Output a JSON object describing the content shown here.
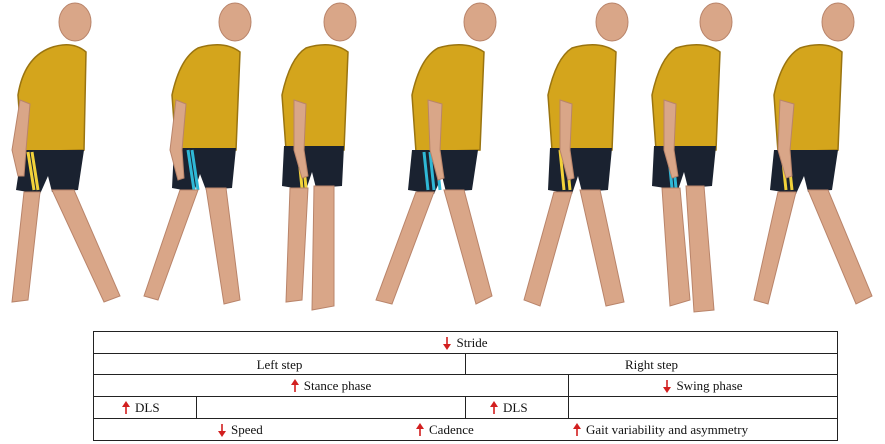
{
  "colors": {
    "shirt": "#d4a51c",
    "shirt_dark": "#9a7410",
    "shorts": "#1a2230",
    "stripe_yellow": "#f2d23a",
    "stripe_cyan": "#2fb8d6",
    "skin": "#d9a688",
    "skin_dark": "#b9846a",
    "arrow": "#d21f1f"
  },
  "figures": [
    {
      "id": 1,
      "pose": "left-heel-strike"
    },
    {
      "id": 2,
      "pose": "loading"
    },
    {
      "id": 3,
      "pose": "mid-stance"
    },
    {
      "id": 4,
      "pose": "terminal-stance"
    },
    {
      "id": 5,
      "pose": "right-heel-strike"
    },
    {
      "id": 6,
      "pose": "right-mid-stance"
    },
    {
      "id": 7,
      "pose": "left-heel-strike-2"
    }
  ],
  "table": {
    "row1": {
      "stride": {
        "label": "Stride",
        "arrow": "down"
      }
    },
    "row2": {
      "left_step": {
        "label": "Left step"
      },
      "right_step": {
        "label": "Right step"
      }
    },
    "row3": {
      "stance": {
        "label": "Stance phase",
        "arrow": "up"
      },
      "swing": {
        "label": "Swing phase",
        "arrow": "down"
      }
    },
    "row4": {
      "dls1": {
        "label": "DLS",
        "arrow": "up"
      },
      "dls2": {
        "label": "DLS",
        "arrow": "up"
      }
    },
    "row5": {
      "speed": {
        "label": "Speed",
        "arrow": "down"
      },
      "cadence": {
        "label": "Cadence",
        "arrow": "up"
      },
      "variability": {
        "label": "Gait variability and asymmetry",
        "arrow": "up"
      }
    }
  }
}
